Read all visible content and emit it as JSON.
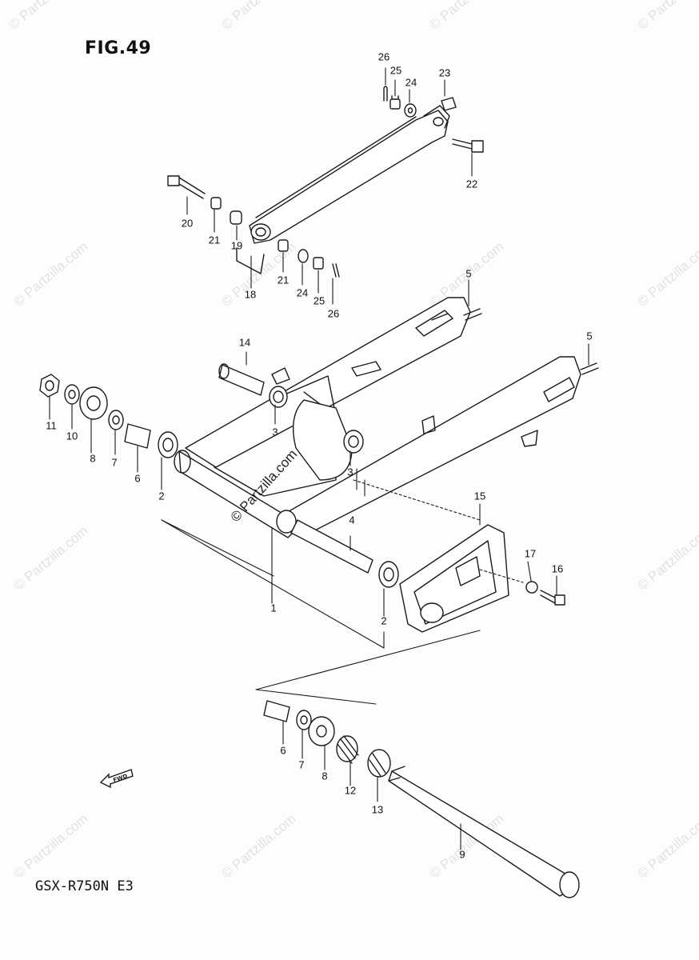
{
  "figure": {
    "title": "FIG.49",
    "model_code": "GSX-R750N E3"
  },
  "watermark": {
    "text": "© Partzilla.com"
  },
  "copyright_overlay": {
    "text": "© Partzilla.com"
  },
  "fwd_marker": {
    "label": "FWD"
  },
  "colors": {
    "line": "#1a1a1a",
    "watermark": "#e2e2e2",
    "background": "#fdfdfd"
  },
  "callouts": [
    {
      "label": "1"
    },
    {
      "label": "2"
    },
    {
      "label": "2"
    },
    {
      "label": "3"
    },
    {
      "label": "3"
    },
    {
      "label": "4"
    },
    {
      "label": "5"
    },
    {
      "label": "5"
    },
    {
      "label": "6"
    },
    {
      "label": "6"
    },
    {
      "label": "7"
    },
    {
      "label": "7"
    },
    {
      "label": "8"
    },
    {
      "label": "8"
    },
    {
      "label": "9"
    },
    {
      "label": "10"
    },
    {
      "label": "11"
    },
    {
      "label": "12"
    },
    {
      "label": "13"
    },
    {
      "label": "14"
    },
    {
      "label": "15"
    },
    {
      "label": "16"
    },
    {
      "label": "17"
    },
    {
      "label": "18"
    },
    {
      "label": "19"
    },
    {
      "label": "20"
    },
    {
      "label": "21"
    },
    {
      "label": "21"
    },
    {
      "label": "22"
    },
    {
      "label": "23"
    },
    {
      "label": "24"
    },
    {
      "label": "24"
    },
    {
      "label": "25"
    },
    {
      "label": "25"
    },
    {
      "label": "26"
    },
    {
      "label": "26"
    }
  ]
}
